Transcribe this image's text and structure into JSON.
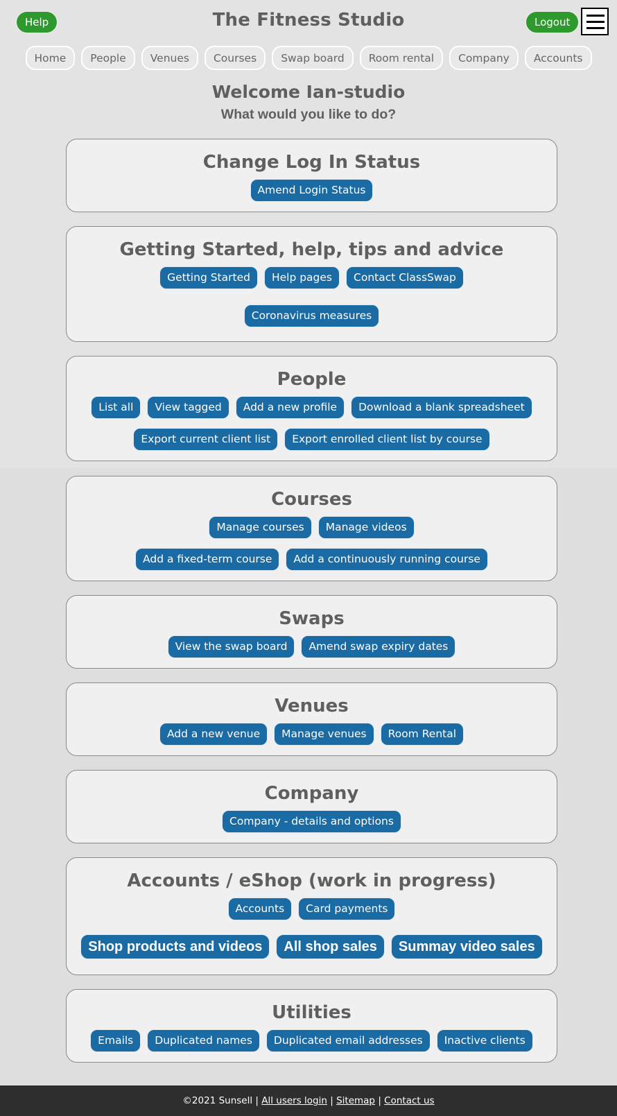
{
  "header": {
    "help_label": "Help",
    "title": "The Fitness Studio",
    "logout_label": "Logout"
  },
  "nav": [
    "Home",
    "People",
    "Venues",
    "Courses",
    "Swap board",
    "Room rental",
    "Company",
    "Accounts"
  ],
  "welcome": "Welcome Ian-studio",
  "subtitle": "What would you like to do?",
  "sections": {
    "login": {
      "title": "Change Log In Status",
      "buttons": [
        "Amend Login Status"
      ]
    },
    "getting_started": {
      "title": "Getting Started, help, tips and advice",
      "row1": [
        "Getting Started",
        "Help pages",
        "Contact ClassSwap"
      ],
      "row2": [
        "Coronavirus measures"
      ]
    },
    "people": {
      "title": "People",
      "row1": [
        "List all",
        "View tagged",
        "Add a new profile",
        "Download a blank spreadsheet"
      ],
      "row2": [
        "Export current client list",
        "Export enrolled client list by course"
      ]
    },
    "courses": {
      "title": "Courses",
      "row1": [
        "Manage courses",
        "Manage videos"
      ],
      "row2": [
        "Add a fixed-term course",
        "Add a continuously running course"
      ]
    },
    "swaps": {
      "title": "Swaps",
      "row1": [
        "View the swap board",
        "Amend swap expiry dates"
      ]
    },
    "venues": {
      "title": "Venues",
      "row1": [
        "Add a new venue",
        "Manage venues",
        "Room Rental"
      ]
    },
    "company": {
      "title": "Company",
      "row1": [
        "Company - details and options"
      ]
    },
    "accounts": {
      "title": "Accounts / eShop (work in progress)",
      "row1": [
        "Accounts",
        "Card payments"
      ],
      "row2": [
        "Shop products and videos",
        "All shop sales",
        "Summay video sales"
      ]
    },
    "utilities": {
      "title": "Utilities",
      "row1": [
        "Emails",
        "Duplicated names",
        "Duplicated email addresses",
        "Inactive clients"
      ]
    }
  },
  "footer": {
    "copyright": "©2021 Sunsell",
    "sep": "|",
    "links": [
      "All users login",
      "Sitemap",
      "Contact us"
    ]
  }
}
